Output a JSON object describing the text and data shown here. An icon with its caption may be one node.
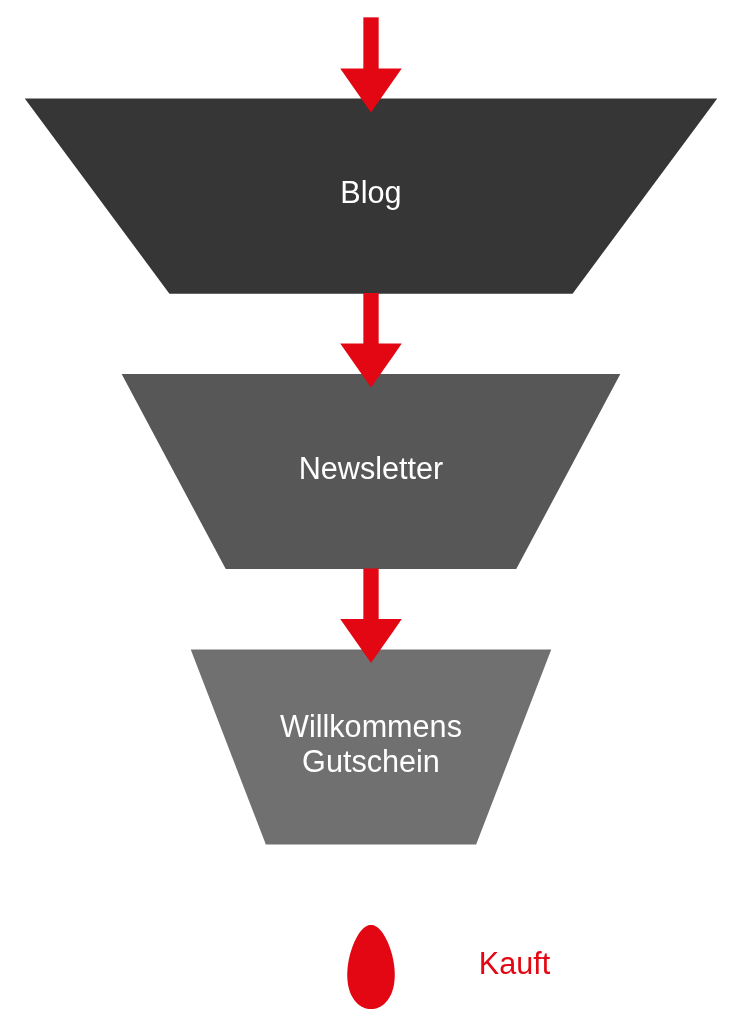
{
  "diagram": {
    "nodes": [
      {
        "text": [
          "Blog"
        ]
      },
      {
        "text": [
          "Newsletter"
        ]
      },
      {
        "text": [
          "Willkommens Gutschein"
        ]
      },
      {
        "text": [],
        "shape": "person",
        "beside": [
          "Kauft"
        ]
      }
    ],
    "edges": [
      {
        "from": null,
        "to": 0,
        "arrow": "to",
        "color": "#e30613"
      },
      {
        "from": 0,
        "to": 1,
        "arrow": "to",
        "color": "#e30613"
      },
      {
        "from": 1,
        "to": 2,
        "arrow": "to",
        "color": "#e30613"
      }
    ]
  }
}
